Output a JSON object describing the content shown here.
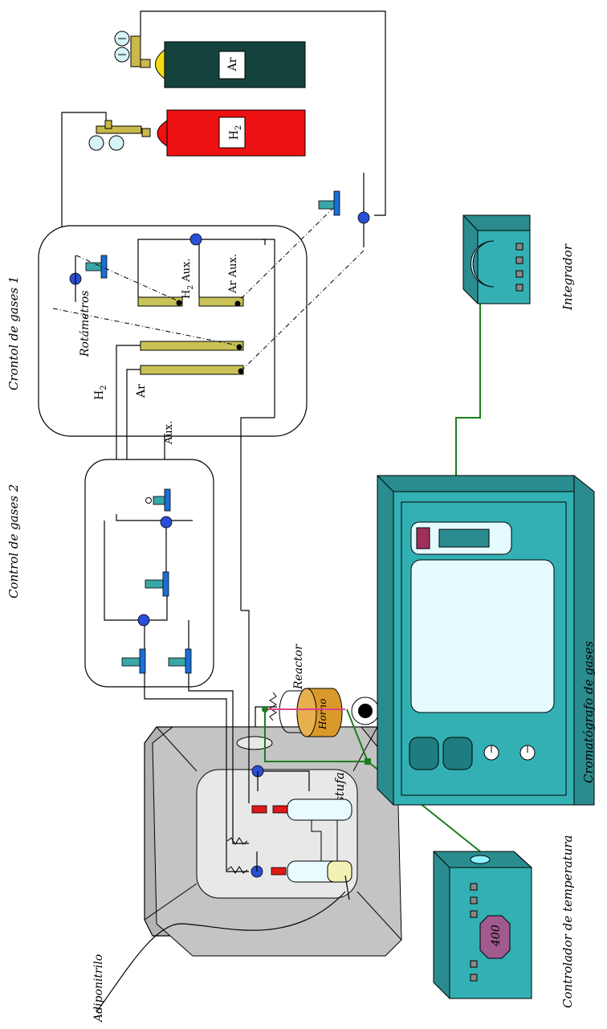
{
  "labels": {
    "ar_tank": "Ar",
    "h2_tank_main": "H",
    "h2_tank_sub": "2",
    "control1": "Crontol de gases 1",
    "rotameters": "Rotámetros",
    "h2_aux_main": "H",
    "h2_aux_sub": "2",
    "h2_aux_suffix": " Aux.",
    "ar_aux": "Ar Aux.",
    "h2_line_main": "H",
    "h2_line_sub": "2",
    "ar_line": "Ar",
    "aux_line": "Aux.",
    "control2": "Control de gases 2",
    "reactor": "Reactor",
    "horno": "Horno",
    "estufa": "Estufa",
    "adiponitrilo": "Adiponitrilo",
    "integrator": "Integrador",
    "chromatograph": "Cromatógrafo de gases",
    "temp_controller": "Controlador de temperatura",
    "temp_display": "400"
  },
  "colors": {
    "ar_tank": "#13433c",
    "h2_tank": "#ee1111",
    "equipment": "#33b0b3",
    "equipment_dark": "#1d7d80",
    "oven_gray": "#b3b3b3",
    "wire_green": "#1e7d1e",
    "rotameter": "#c9c257",
    "valve_blue": "#2a4fd6",
    "furnace": "#d99a2b"
  }
}
